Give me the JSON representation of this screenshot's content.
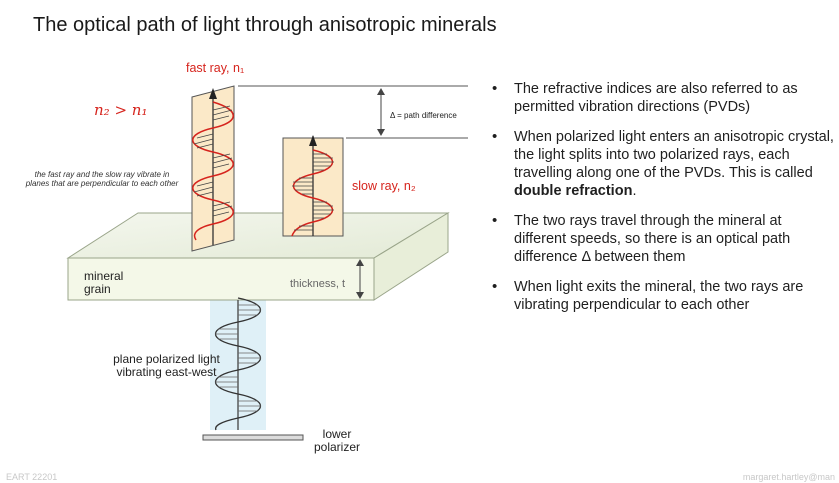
{
  "title": "The optical path of light through anisotropic minerals",
  "labels": {
    "fast_ray": "fast ray, n₁",
    "slow_ray": "slow ray, n₂",
    "n_relation": "n₂ > n₁",
    "path_difference": "Δ = path difference",
    "perpendicular_note": "the fast ray and the slow ray vibrate in planes that are perpendicular to each other",
    "mineral_grain": "mineral grain",
    "thickness": "thickness, t",
    "plane_polarized": "plane polarized light vibrating east-west",
    "lower_polarizer": "lower polarizer"
  },
  "bullets": {
    "b1": "The refractive indices are also referred to as permitted vibration directions (PVDs)",
    "b2_part1": "When polarized light enters an anisotropic crystal, the light splits into two polarized rays, each travelling along one of the PVDs. This is called ",
    "b2_bold": "double refraction",
    "b2_part2": ".",
    "b3": "The two rays travel through the mineral at different speeds, so there is an optical path difference Δ between them",
    "b4": "When light exits the mineral, the two rays are vibrating perpendicular to each other"
  },
  "footer": {
    "left": "EART 22201",
    "right": "margaret.hartley@man"
  },
  "colors": {
    "plane_fill": "#fbe9c8",
    "wave_red": "#d6241d",
    "grain_fill": "#f2f7e6",
    "light_column": "#dff0f7"
  }
}
